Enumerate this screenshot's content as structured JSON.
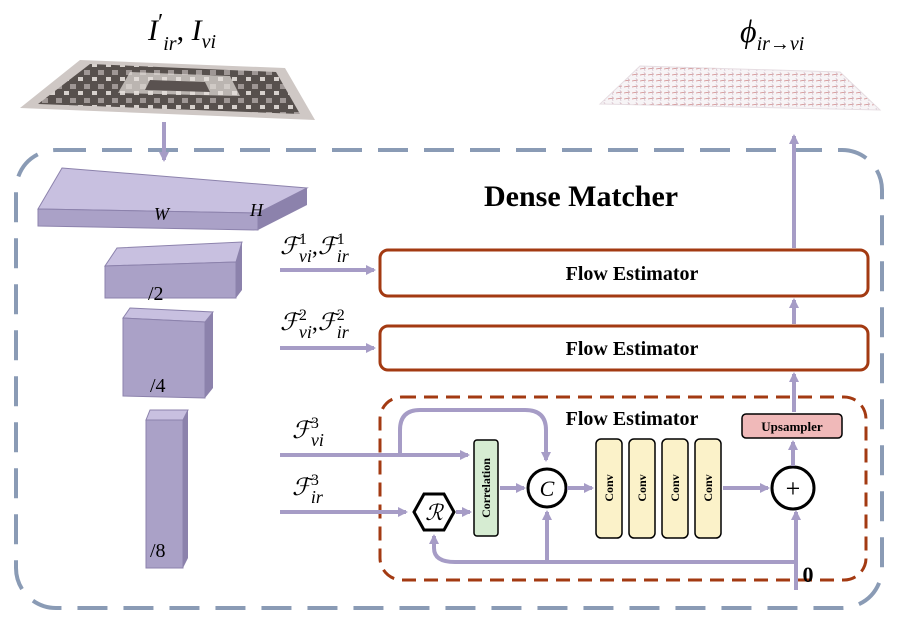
{
  "input": {
    "label_main": "I",
    "label_prime": "′",
    "label_sub1": "ir",
    "label_comma": ", ",
    "label_main2": "I",
    "label_sub2": "vi"
  },
  "output": {
    "label_main": "ϕ",
    "label_sub": "ir→vi"
  },
  "title": "Dense Matcher",
  "pyramid": {
    "w_label": "W",
    "h_label": "H",
    "level2": "/2",
    "level4": "/4",
    "level8": "/8"
  },
  "features": {
    "f1_a_main": "ℱ",
    "f1_a_sup": "1",
    "f1_a_sub": "vi",
    "f1_b_main": "ℱ",
    "f1_b_sup": "1",
    "f1_b_sub": "ir",
    "f2_a_main": "ℱ",
    "f2_a_sup": "2",
    "f2_a_sub": "vi",
    "f2_b_main": "ℱ",
    "f2_b_sup": "2",
    "f2_b_sub": "ir",
    "f3_vi_main": "ℱ",
    "f3_vi_sup": "3",
    "f3_vi_sub": "vi",
    "f3_ir_main": "ℱ",
    "f3_ir_sup": "3",
    "f3_ir_sub": "ir",
    "comma": ","
  },
  "flow_estimator_1": "Flow Estimator",
  "flow_estimator_2": "Flow Estimator",
  "flow_estimator_3": "Flow Estimator",
  "blocks": {
    "correlation": "Correlation",
    "concat": "C",
    "conv1": "Conv",
    "conv2": "Conv",
    "conv3": "Conv",
    "conv4": "Conv",
    "plus": "+",
    "upsampler": "Upsampler",
    "resample": "ℛ",
    "zero": "0"
  },
  "colors": {
    "arrow": "#a69cc6",
    "outer_dash": "#8a9bb5",
    "estimator_border": "#a33a12",
    "pyramid_front": "#aaa1c7",
    "pyramid_top": "#c8c0e0",
    "pyramid_side": "#8c82ac",
    "conv_fill": "#fbf2c9",
    "corr_fill": "#d6ecd2",
    "upsampler_fill": "#f0b9b9"
  }
}
